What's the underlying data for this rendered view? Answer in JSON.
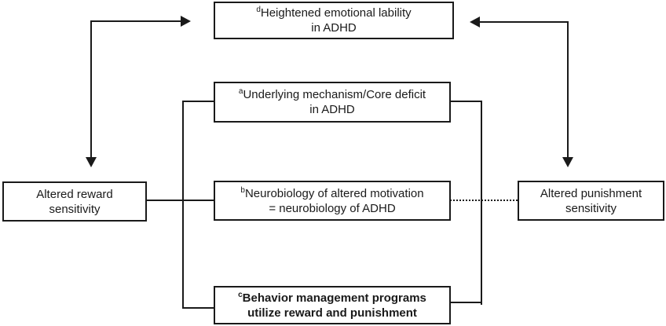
{
  "figure": {
    "background_color": "#ffffff",
    "line_color": "#1a1a1a",
    "text_color": "#1a1a1a",
    "boxes": {
      "heightened": {
        "sup": "d",
        "line1": "Heightened emotional lability",
        "line2": "in ADHD"
      },
      "underlying": {
        "sup": "a",
        "line1": "Underlying mechanism/Core deficit",
        "line2": "in ADHD"
      },
      "neurobiology": {
        "sup": "b",
        "line1": "Neurobiology of altered motivation",
        "line2": "= neurobiology of ADHD"
      },
      "behavior": {
        "sup": "c",
        "line1": "Behavior management programs",
        "line2": "utilize reward and punishment"
      },
      "reward": {
        "line1": "Altered reward",
        "line2": "sensitivity"
      },
      "punishment": {
        "line1": "Altered punishment",
        "line2": "sensitivity"
      }
    }
  }
}
